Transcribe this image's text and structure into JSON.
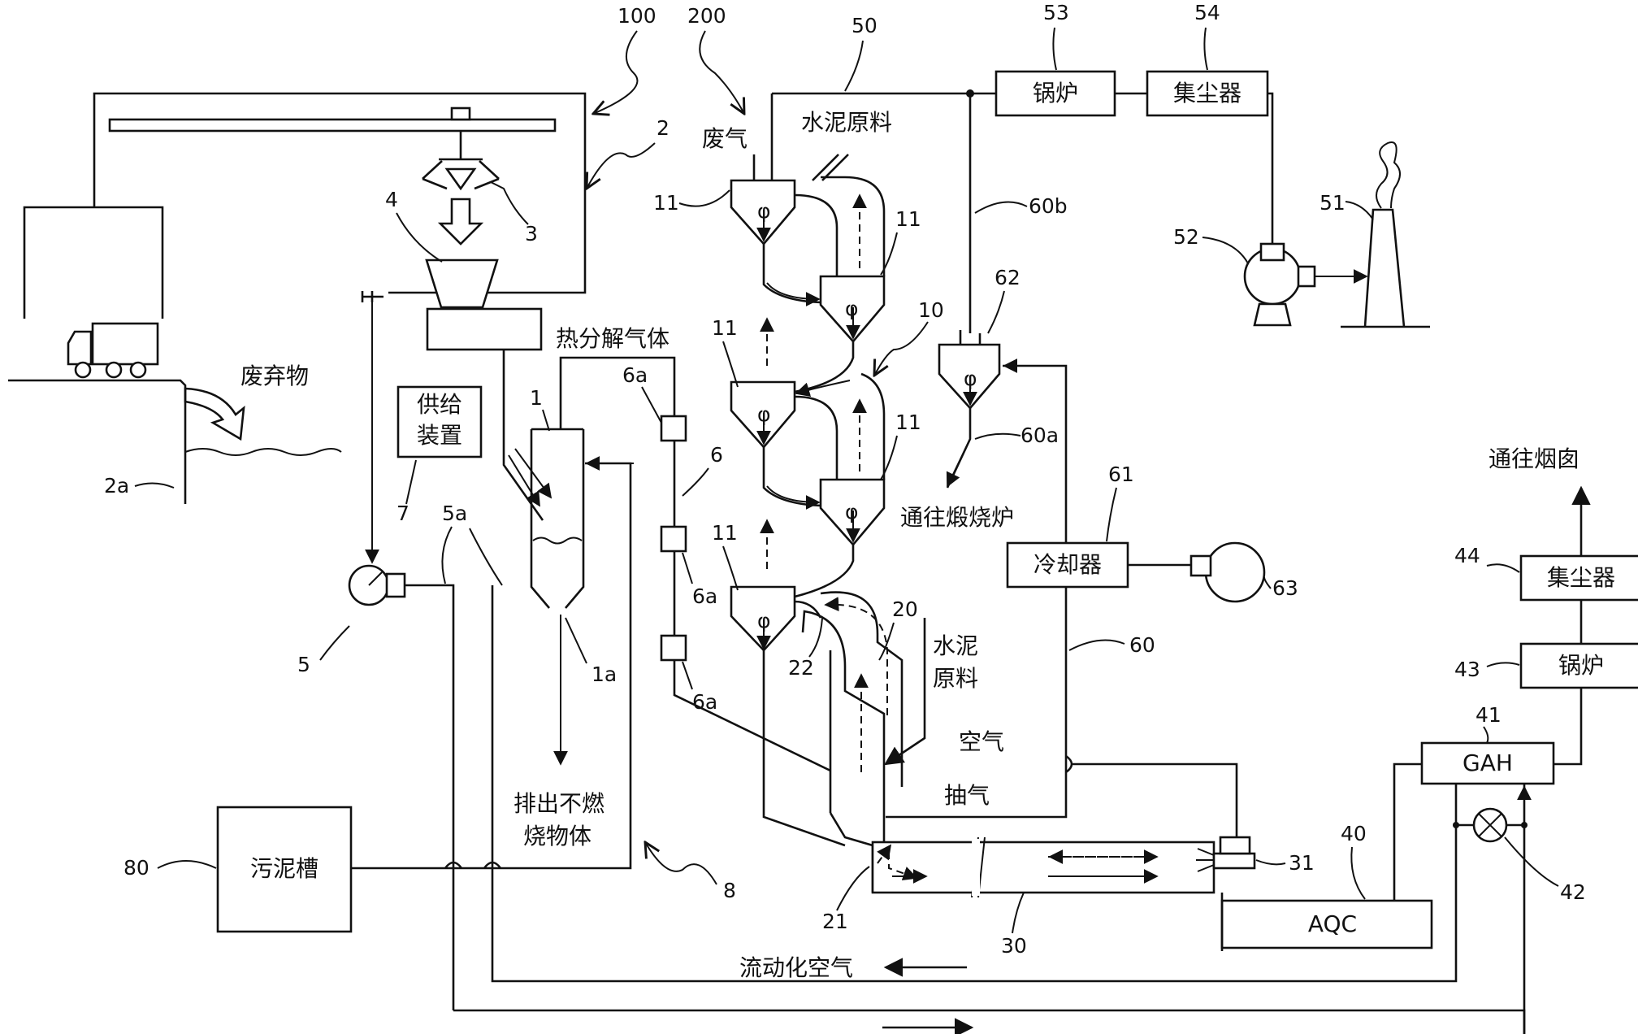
{
  "ref_numbers": {
    "n100": "100",
    "n200": "200",
    "n2": "2",
    "n3": "3",
    "n4": "4",
    "n2a": "2a",
    "n1": "1",
    "n1a": "1a",
    "n5": "5",
    "n5a": "5a",
    "n6": "6",
    "n6a_1": "6a",
    "n6a_2": "6a",
    "n6a_3": "6a",
    "n7": "7",
    "n8": "8",
    "n10": "10",
    "n11_1": "11",
    "n11_2": "11",
    "n11_3": "11",
    "n11_4": "11",
    "n11_5": "11",
    "n20": "20",
    "n21": "21",
    "n22": "22",
    "n30": "30",
    "n31": "31",
    "n40": "40",
    "n41": "41",
    "n42": "42",
    "n43": "43",
    "n44": "44",
    "n50": "50",
    "n51": "51",
    "n52": "52",
    "n53": "53",
    "n54": "54",
    "n60": "60",
    "n60a": "60a",
    "n60b": "60b",
    "n61": "61",
    "n62": "62",
    "n63": "63",
    "n80": "80"
  },
  "labels": {
    "waste": "废弃物",
    "exhaust_gas": "废气",
    "cement_raw_top": "水泥原料",
    "pyrolysis_gas": "热分解气体",
    "cement_raw_side_1": "水泥",
    "cement_raw_side_2": "原料",
    "to_calciner": "通往煅烧炉",
    "to_chimney": "通往烟囱",
    "air": "空气",
    "extract_gas": "抽气",
    "discharge_1": "排出不燃",
    "discharge_2": "烧物体",
    "fluidizing_air": "流动化空气"
  },
  "boxes": {
    "supply_1": "供给",
    "supply_2": "装置",
    "boiler_top": "锅炉",
    "dust_top": "集尘器",
    "cooler": "冷却器",
    "dust_right": "集尘器",
    "boiler_right": "锅炉",
    "gah": "GAH",
    "aqc": "AQC",
    "sludge": "污泥槽"
  }
}
